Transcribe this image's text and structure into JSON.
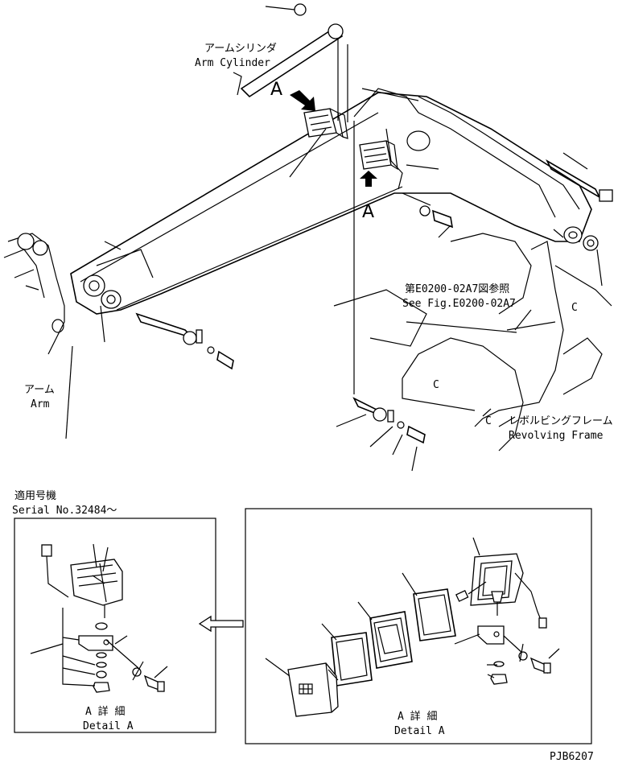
{
  "labels": {
    "arm_cylinder_jp": "アームシリンダ",
    "arm_cylinder_en": "Arm Cylinder",
    "view_a_top": "A",
    "view_a_mid": "A",
    "see_fig_jp": "第E0200-02A7図参照",
    "see_fig_en": "See Fig.E0200-02A7",
    "arm_jp": "アーム",
    "arm_en": "Arm",
    "revolving_jp": "レボルビングフレーム",
    "revolving_en": "Revolving Frame",
    "serial_jp": "適用号機",
    "serial_en": "Serial No.32484～",
    "detail_left_jp": "A 詳 細",
    "detail_left_en": "Detail A",
    "detail_right_jp": "A 詳 細",
    "detail_right_en": "Detail A",
    "drawing_no": "PJB6207"
  },
  "colors": {
    "ink": "#000000",
    "paper": "#ffffff"
  },
  "icons": {
    "view_arrow": "arrow-icon",
    "detail_pointer": "hollow-arrow-icon"
  }
}
